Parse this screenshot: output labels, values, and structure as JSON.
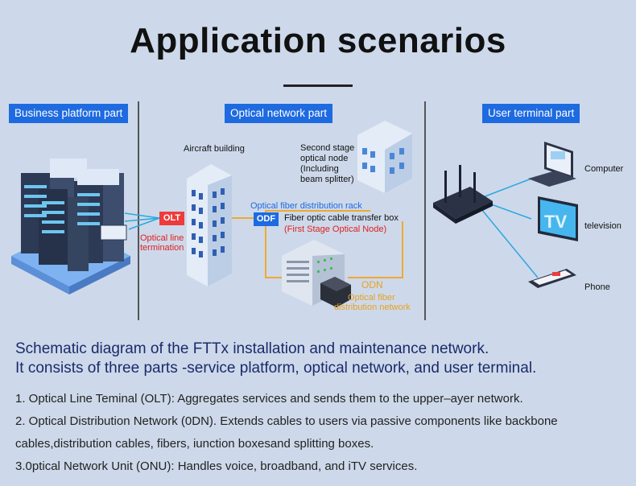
{
  "title": "Application scenarios",
  "sections": {
    "business": "Business platform part",
    "optical": "Optical network part",
    "user": "User terminal part"
  },
  "diagram": {
    "aircraft_building": "Aircraft building",
    "second_stage": [
      "Second stage",
      "optical node",
      "(Including",
      "beam splitter)"
    ],
    "olt_tag": "OLT",
    "olt_label": [
      "Optical line",
      "termination"
    ],
    "odf_rack_label": "Optical fiber distribution rack",
    "odf_tag": "ODF",
    "transfer_box": "Fiber optic cable transfer box",
    "first_stage": "(First Stage Optical Node)",
    "odn": "ODN",
    "odn_label": [
      "Optical fiber",
      "distribution network"
    ],
    "computer": "Computer",
    "television": "television",
    "phone": "Phone",
    "tv_screen_text": "TV"
  },
  "description": {
    "line1": "Schematic diagram of the FTTx installation and maintenance network.",
    "line2": "It consists of three parts -service platform, optical network, and user terminal."
  },
  "items": [
    "1. Optical Line Teminal (OLT): Aggregates services and sends them to the upper–ayer network.",
    "2. Optical Distribution Network (0DN). Extends cables to users via passive components like backbone",
    "cables,distribution cables, fibers, iunction boxesand splitting boxes.",
    "3.0ptical Network Unit (ONU): Handles voice, broadband, and iTV services."
  ],
  "colors": {
    "background": "#cdd9ea",
    "accent_blue": "#1e6ae0",
    "tag_red": "#ee3b3b",
    "fiber_orange": "#f0a830",
    "link_blue": "#2aa8e0",
    "description_text": "#1b2a6b"
  }
}
